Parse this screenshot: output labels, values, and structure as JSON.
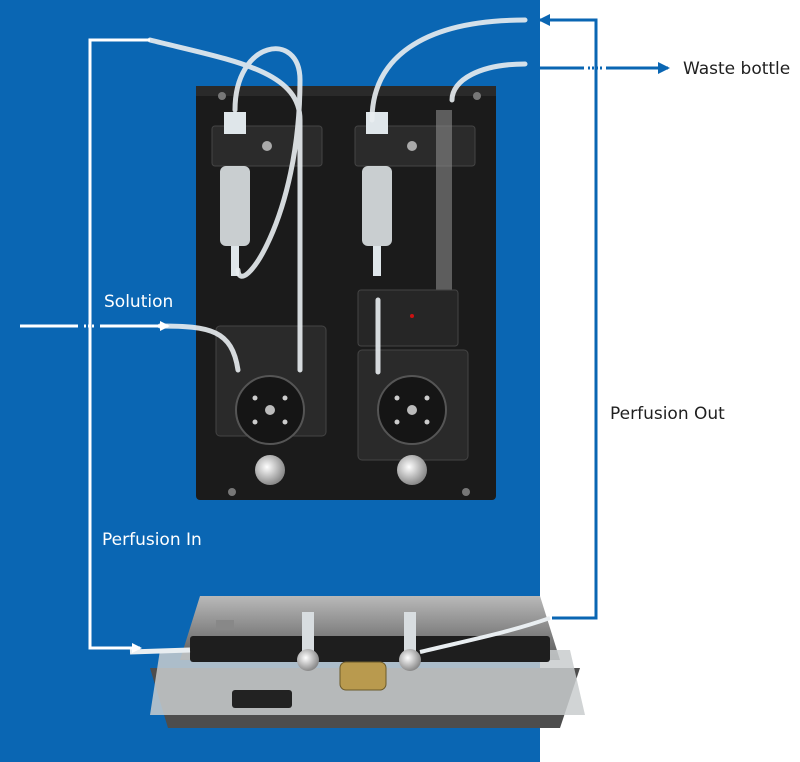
{
  "labels": {
    "solution": "Solution",
    "perfusion_in": "Perfusion In",
    "perfusion_out": "Perfusion Out",
    "waste_bottle": "Waste bottle"
  },
  "colors": {
    "background_blue": "#0a66b3",
    "flow_line_white": "#ffffff",
    "flow_line_blue": "#0a66b3",
    "pump_body": "#1b1b1b"
  }
}
